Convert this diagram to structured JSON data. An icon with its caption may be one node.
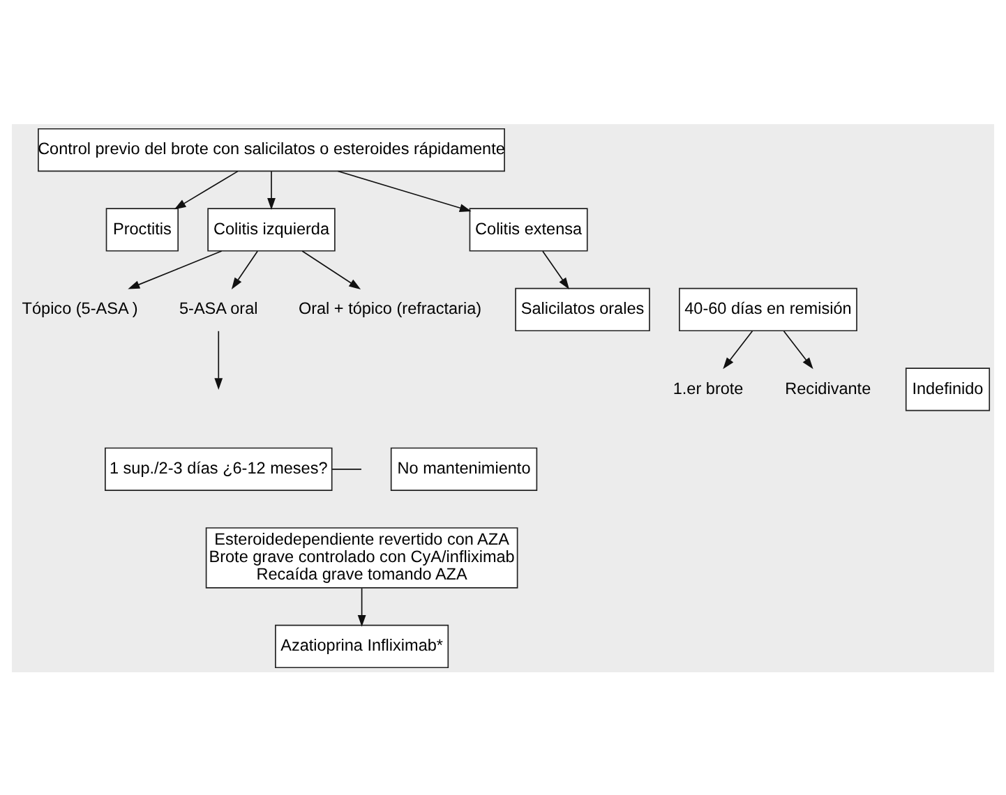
{
  "diagram": {
    "nodes": [
      {
        "text": [
          "Control previo del brote con salicilatos o esteroides rápidamente"
        ]
      },
      {
        "text": [
          "Proctitis"
        ]
      },
      {
        "text": [
          "Colitis izquierda"
        ]
      },
      {
        "text": [
          "Colitis extensa"
        ]
      },
      {
        "text": [
          "40-60 días en remisión"
        ]
      },
      {
        "text": [
          "Tópico (5-ASA )"
        ]
      },
      {
        "text": [
          "5-ASA oral"
        ]
      },
      {
        "text": [
          "Oral + tópico (refractaria)"
        ]
      },
      {
        "text": [
          "Salicilatos orales"
        ]
      },
      {
        "text": [
          "1.er brote"
        ]
      },
      {
        "text": [
          "Recidivante"
        ]
      },
      {
        "text": [
          "Indefinido"
        ]
      },
      {
        "text": [
          "No mantenimiento"
        ]
      },
      {
        "text": [
          "1 sup./2-3 días ¿6-12 meses?"
        ]
      },
      {
        "text": [
          "Esteroidedependiente revertido con AZA",
          "Brote grave controlado con CyA/infliximab",
          "Recaída grave tomando AZA"
        ]
      },
      {
        "text": [
          "Azatioprina Infliximab*"
        ]
      }
    ],
    "edges": [
      {
        "from": 0,
        "to": 1,
        "arrow": "to"
      },
      {
        "from": 0,
        "to": 2,
        "arrow": "to"
      },
      {
        "from": 0,
        "to": 3,
        "arrow": "to"
      },
      {
        "from": 2,
        "to": 5,
        "arrow": "to"
      },
      {
        "from": 2,
        "to": 6,
        "arrow": "to"
      },
      {
        "from": 2,
        "to": 7,
        "arrow": "to"
      },
      {
        "from": 3,
        "to": 8,
        "arrow": "to"
      },
      {
        "from": 4,
        "to": 9,
        "arrow": "to"
      },
      {
        "from": 4,
        "to": 10,
        "arrow": "to"
      },
      {
        "from": 6,
        "to": null,
        "arrow": "to"
      },
      {
        "from": 13,
        "to": null,
        "arrow": "none"
      },
      {
        "from": 14,
        "to": 15,
        "arrow": "to"
      }
    ]
  }
}
